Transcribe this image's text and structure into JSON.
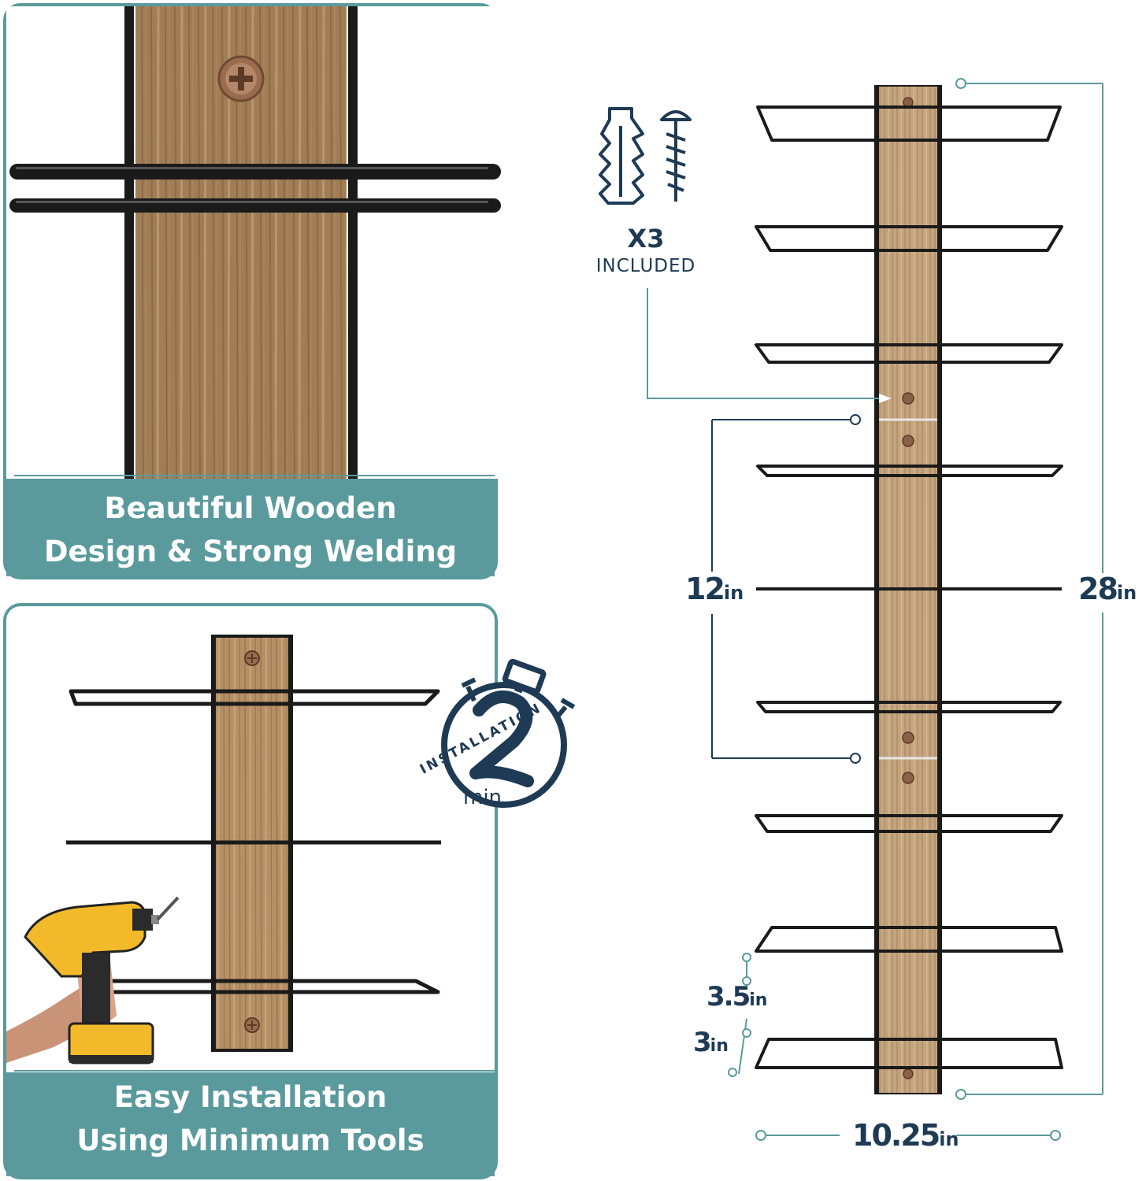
{
  "panels": {
    "top_caption_line1": "Beautiful Wooden",
    "top_caption_line2": "Design & Strong Welding",
    "bottom_caption_line1": "Easy Installation",
    "bottom_caption_line2": "Using Minimum Tools"
  },
  "timer_badge": {
    "number": "2",
    "unit": "min",
    "label": "INSTALLATION"
  },
  "hardware": {
    "quantity": "X3",
    "label": "INCLUDED"
  },
  "dimensions": {
    "height_value": "28",
    "height_unit": "in",
    "spacing_value": "12",
    "spacing_unit": "in",
    "width_value": "10.25",
    "width_unit": "in",
    "gap_a_value": "3.5",
    "gap_a_unit": "in",
    "gap_b_value": "3",
    "gap_b_unit": "in"
  },
  "colors": {
    "teal": "#5a9a9d",
    "navy": "#1e3a55",
    "wood": "#b08a5e",
    "metal": "#1a1a1a"
  }
}
